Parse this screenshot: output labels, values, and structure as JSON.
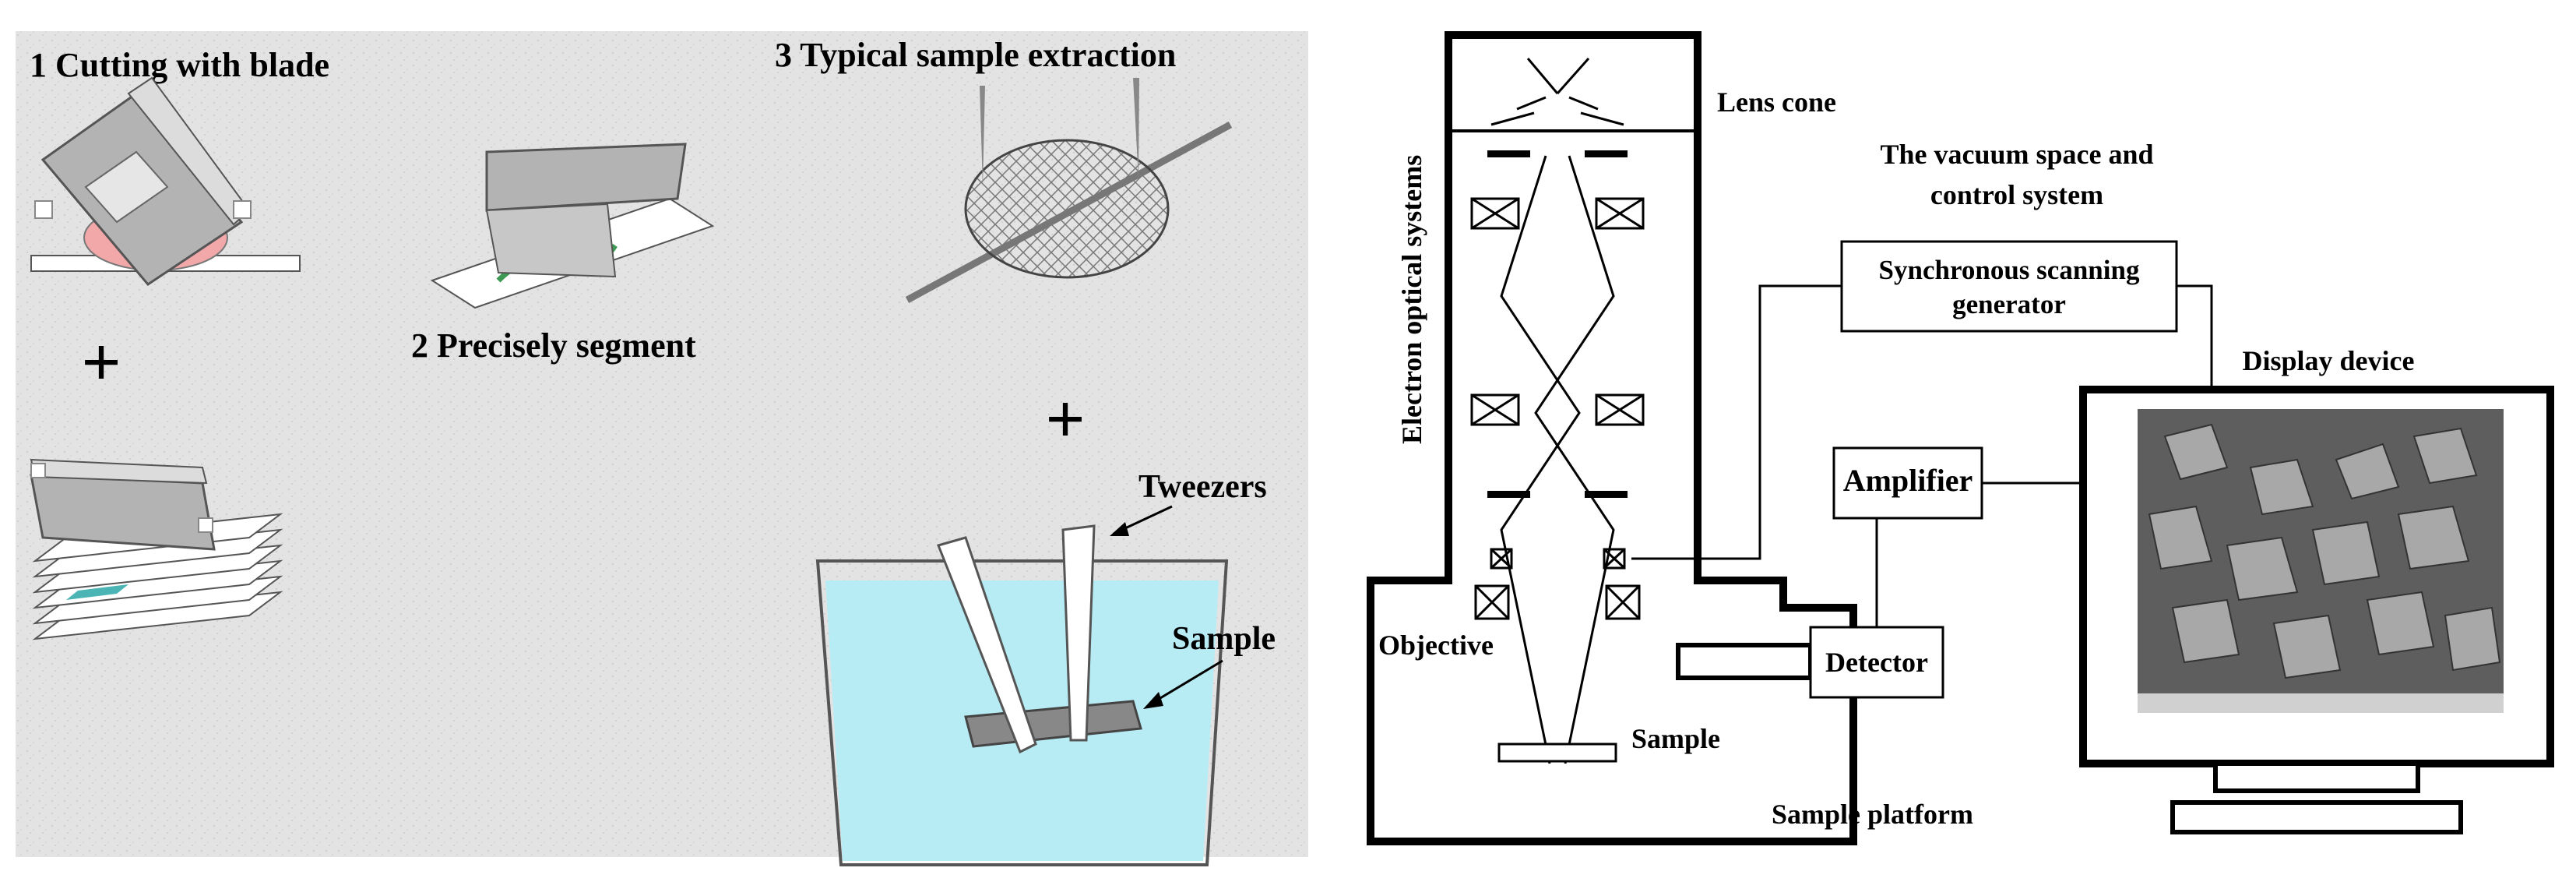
{
  "left": {
    "step1": "1 Cutting with blade",
    "step2": "2 Precisely segment",
    "step3": "3 Typical sample extraction",
    "plus": "+",
    "tweezers": "Tweezers",
    "sample": "Sample"
  },
  "right": {
    "lens_cone": "Lens cone",
    "electron_optical": "Electron optical systems",
    "vacuum_line1": "The vacuum space and",
    "vacuum_line2": "control system",
    "sync_line1": "Synchronous scanning",
    "sync_line2": "generator",
    "display_device": "Display device",
    "amplifier": "Amplifier",
    "objective": "Objective",
    "detector": "Detector",
    "sample": "Sample",
    "sample_platform": "Sample platform"
  },
  "colors": {
    "panel_bg": "#e4e4e4",
    "blade": "#b3b3b3",
    "water": "#b8ecf4",
    "specimen_pink": "#f2a7a9",
    "specimen_green": "#3c9a54",
    "specimen_teal": "#4bb5b5",
    "line": "#000000"
  }
}
